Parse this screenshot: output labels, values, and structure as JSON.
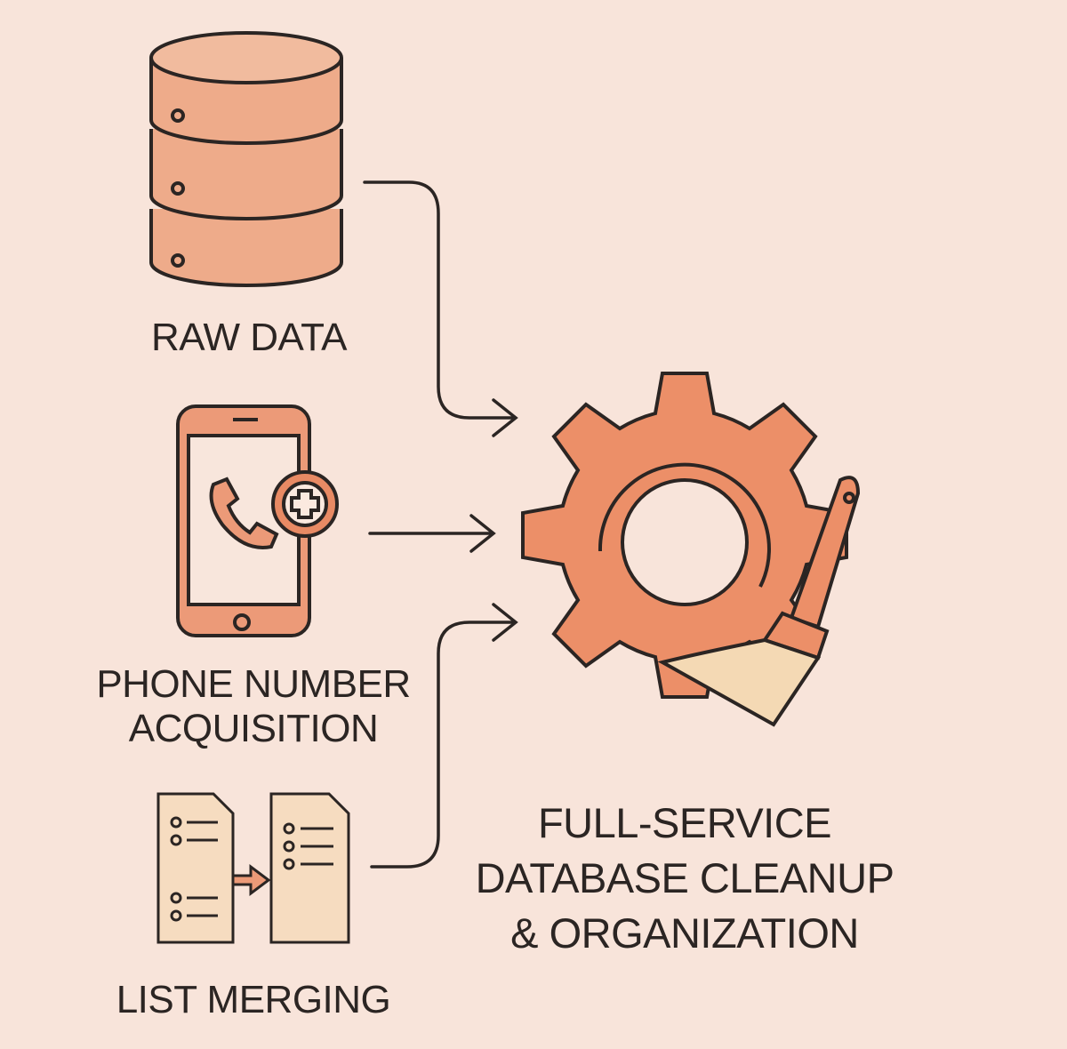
{
  "inputs": [
    {
      "label_lines": [
        "RAW DATA"
      ],
      "icon": "database-icon"
    },
    {
      "label_lines": [
        "PHONE NUMBER",
        "ACQUISITION"
      ],
      "icon": "phone-plus-icon"
    },
    {
      "label_lines": [
        "LIST MERGING"
      ],
      "icon": "merge-lists-icon"
    }
  ],
  "output": {
    "label_lines": [
      "FULL-SERVICE",
      "DATABASE CLEANUP",
      "& ORGANIZATION"
    ],
    "icon": "gear-brush-icon"
  },
  "colors": {
    "background": "#f8e4da",
    "accent": "#ec9671",
    "accent_dark": "#e07a55",
    "paper": "#f6dcc0",
    "stroke": "#2b2523"
  }
}
